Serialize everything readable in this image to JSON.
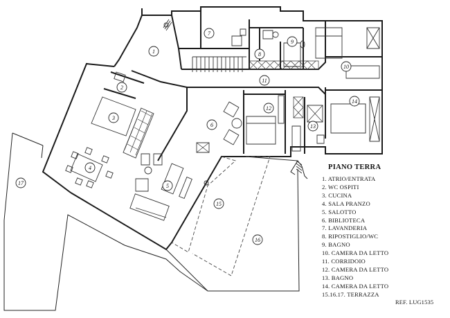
{
  "legend": {
    "title": "PIANO TERRA",
    "items": [
      "1. ATRIO/ENTRATA",
      "2. WC OSPITI",
      "3. CUCINA",
      "4. SALA PRANZO",
      "5. SALOTTO",
      "6. BIBLIOTECA",
      "7. LAVANDERIA",
      "8. RIPOSTIGLIO/WC",
      "9. BAGNO",
      "10. CAMERA DA LETTO",
      "11. CORRIDOIO",
      "12. CAMERA DA LETTO",
      "13. BAGNO",
      "14. CAMERA DA LETTO",
      "15.16.17. TERRAZZA"
    ]
  },
  "reference": "REF. LUG1535",
  "room_labels": [
    "1",
    "2",
    "3",
    "4",
    "5",
    "6",
    "7",
    "8",
    "9",
    "10",
    "11",
    "12",
    "13",
    "14",
    "15",
    "16",
    "17"
  ]
}
